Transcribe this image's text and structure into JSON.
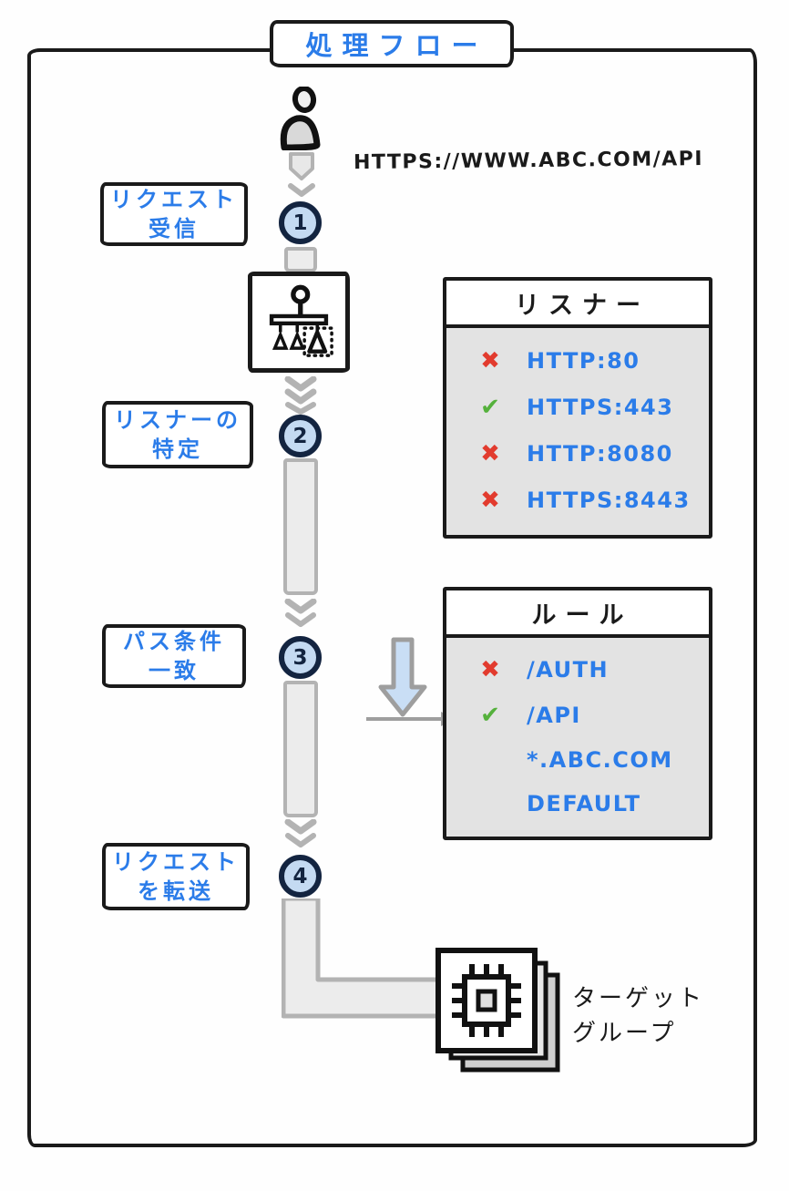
{
  "title": "処理フロー",
  "request": {
    "url": "HTTPS://WWW.ABC.COM/API"
  },
  "steps": [
    {
      "num": "1",
      "label_line1": "リクエスト",
      "label_line2": "受信"
    },
    {
      "num": "2",
      "label_line1": "リスナーの",
      "label_line2": "特定"
    },
    {
      "num": "3",
      "label_line1": "パス条件",
      "label_line2": "一致"
    },
    {
      "num": "4",
      "label_line1": "リクエスト",
      "label_line2": "を転送"
    }
  ],
  "panels": {
    "listener": {
      "title": "リスナー",
      "rows": [
        {
          "mark": "✖",
          "status": "rejected",
          "label": "HTTP:80"
        },
        {
          "mark": "✔",
          "status": "matched",
          "label": "HTTPS:443"
        },
        {
          "mark": "✖",
          "status": "rejected",
          "label": "HTTP:8080"
        },
        {
          "mark": "✖",
          "status": "rejected",
          "label": "HTTPS:8443"
        }
      ]
    },
    "rules": {
      "title": "ルール",
      "rows": [
        {
          "mark": "✖",
          "status": "rejected",
          "label": "/AUTH"
        },
        {
          "mark": "✔",
          "status": "matched",
          "label": "/API"
        },
        {
          "mark": "",
          "status": "none",
          "label": "*.ABC.COM"
        },
        {
          "mark": "",
          "status": "none",
          "label": "DEFAULT"
        }
      ]
    }
  },
  "target": {
    "label_line1": "ターゲット",
    "label_line2": "グループ"
  },
  "colors": {
    "accent_blue": "#2b7ce9",
    "rejected_red": "#e23b2e",
    "matched_green": "#55b13c",
    "circle_fill": "#c4daf2",
    "circle_border": "#132440",
    "panel_gray": "#e3e3e3",
    "flow_gray": "#b3b3b3",
    "ink_black": "#1a1a1a"
  }
}
